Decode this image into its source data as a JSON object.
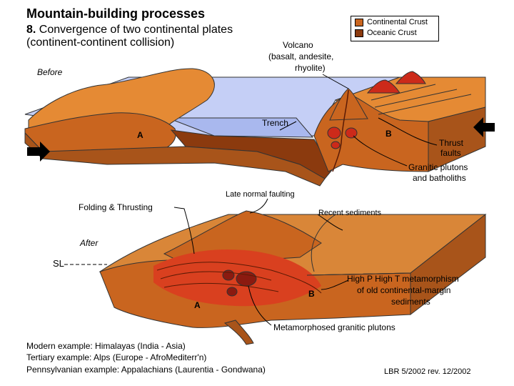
{
  "title": "Mountain-building processes",
  "subtitle": {
    "number": "8.",
    "line1": "Convergence of two continental plates",
    "line2": "(continent-continent collision)"
  },
  "legend": [
    {
      "label": "Continental Crust",
      "color": "#c9651f"
    },
    {
      "label": "Oceanic Crust",
      "color": "#8b3a0e"
    }
  ],
  "before": {
    "stage_label": "Before",
    "volcano_label": [
      "Volcano",
      "(basalt, andesite,",
      "rhyolite)"
    ],
    "trench_label": "Trench",
    "plate_a_label": "A",
    "plate_b_label": "B",
    "thrust_label": [
      "Thrust",
      "faults"
    ],
    "pluton_label": [
      "Granitic plutons",
      "and batholiths"
    ]
  },
  "after": {
    "stage_label": "After",
    "folding_label": "Folding & Thrusting",
    "normal_fault_label": "Late normal faulting",
    "sediments_label": "Recent sediments",
    "sl_label": "SL",
    "metamorphism_label": [
      "High P High T metamorphism",
      "of old continental-margin",
      "sediments"
    ],
    "plate_a_label": "A",
    "plate_b_label": "B",
    "plutons_label": "Metamorphosed granitic plutons"
  },
  "examples": [
    "Modern example: Himalayas (India - Asia)",
    "Tertiary example: Alps (Europe - AfroMediterr'n)",
    "Pennsylvanian example: Appalachians (Laurentia - Gondwana)"
  ],
  "credit": "LBR 5/2002 rev. 12/2002",
  "colors": {
    "continental": "#c9651f",
    "continental_light": "#e58a34",
    "oceanic": "#8b3a0e",
    "ocean_water": "#a9b8ee",
    "ocean_surface": "#c5cff6",
    "magma": "#cc2a1a",
    "melt_zone": "#d9401f",
    "sediment": "#d98638"
  }
}
